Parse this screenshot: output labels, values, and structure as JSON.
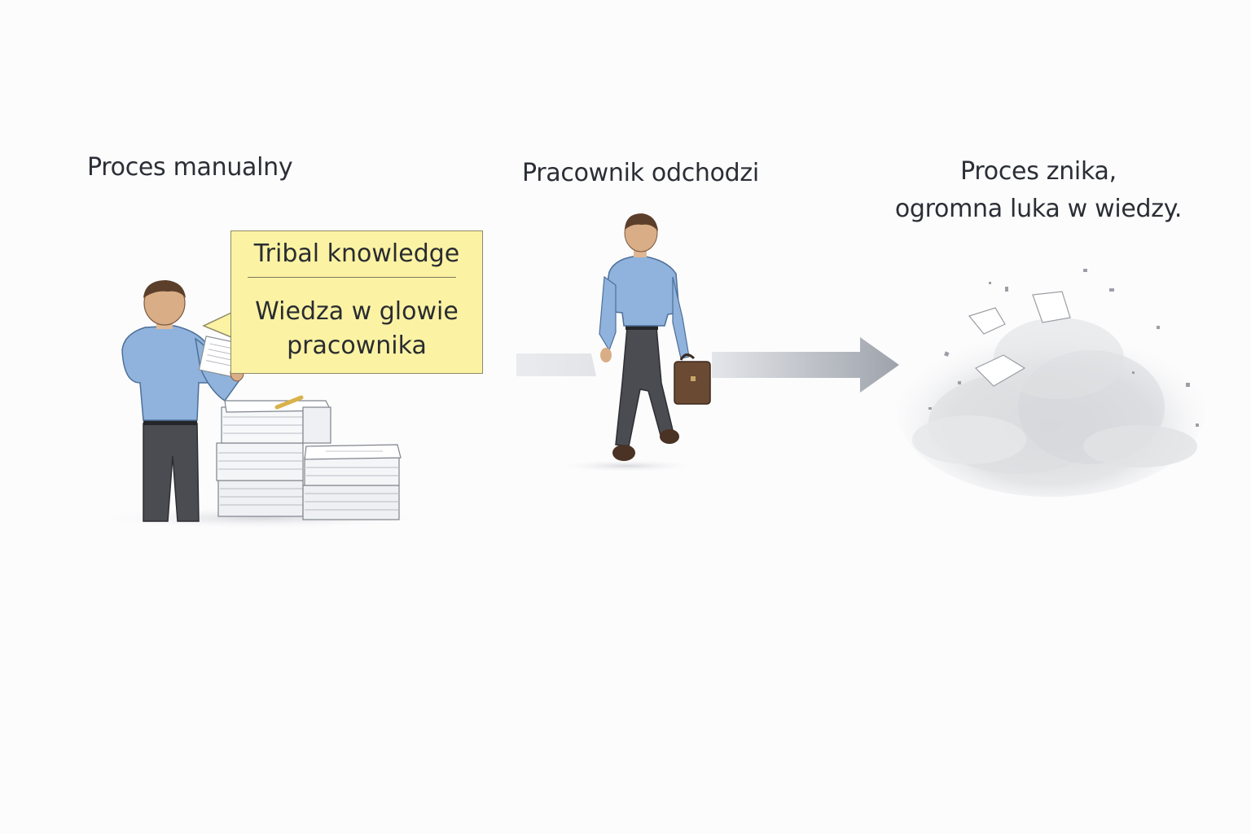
{
  "steps": {
    "manual": {
      "caption": "Proces manualny"
    },
    "leaving": {
      "caption": "Pracownik odchodzi"
    },
    "gone": {
      "caption_line1": "Proces znika,",
      "caption_line2": "ogromna luka w wiedzy."
    }
  },
  "bubble": {
    "title": "Tribal knowledge",
    "body_line1": "Wiedza w glowie",
    "body_line2": "pracownika"
  },
  "colors": {
    "bubble_fill": "#fbf3a3",
    "shirt": "#8fb3dc",
    "trousers": "#4a4c52",
    "arrow": "#9aa0a8",
    "briefcase": "#6b4a33"
  }
}
